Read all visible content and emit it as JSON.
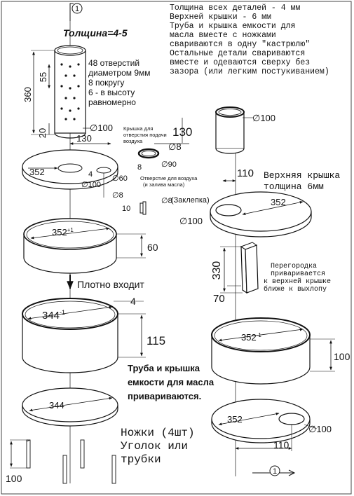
{
  "notes": {
    "general": [
      "Толщина всех деталей - 4 мм",
      "Верхней крышки - 6 мм",
      "Труба и крышка емкости для",
      "масла вместе с ножками",
      "свариваются в одну \"кастрюлю\"",
      "Остальные детали свариваются",
      "вместе и одеваются сверху без",
      "зазора (или легким постукиванием)"
    ],
    "thickness": "Толщина=4-5",
    "holes": [
      "48 отверстий",
      "диаметром 9мм",
      "8 покругу",
      "6 - в высоту",
      "равномерно"
    ],
    "air_lid": [
      "Крышка для",
      "отверстия подачи",
      "воздуха"
    ],
    "air_hole": [
      "Отверстие для воздуха",
      "(и залива масла)"
    ],
    "plug": "(Заклепка)",
    "fits_tight": "Плотно входит",
    "top_lid": [
      "Верхняя крышка",
      "толщина 6мм"
    ],
    "partition": [
      "Перегородка",
      "приваривается",
      "к верхней крышке",
      "ближе к выхлопу"
    ],
    "welded": [
      "Труба и крышка",
      "емкости для масла",
      "привариваются."
    ],
    "legs": [
      "Ножки (4шт)",
      "Уголок или",
      "трубки"
    ],
    "marker": "1"
  },
  "dims": {
    "d100": "∅100",
    "d100b": "∅100",
    "d100c": "∅100",
    "d100d": "∅100",
    "d100e": "∅100",
    "d8a": "∅8",
    "d8b": "∅8",
    "d8c": "∅8",
    "d60": "∅60",
    "d90": "∅90",
    "h360": "360",
    "h55": "55",
    "h20": "20",
    "w130a": "130",
    "w130b": "130",
    "d352a": "352",
    "d352b_base": "352",
    "d352b_sup": "+1",
    "d352c": "352",
    "d352d_base": "352",
    "d352d_sup": "-1",
    "d352e": "352",
    "d344a_base": "344",
    "d344a_sup": "-1",
    "d344b": "344",
    "n4a": "4",
    "n4b": "4",
    "n8": "8",
    "n10": "10",
    "h60": "60",
    "h115": "115",
    "w110a": "110",
    "w110b": "110",
    "h330": "330",
    "h70": "70",
    "h100a": "100",
    "h100b": "100"
  }
}
